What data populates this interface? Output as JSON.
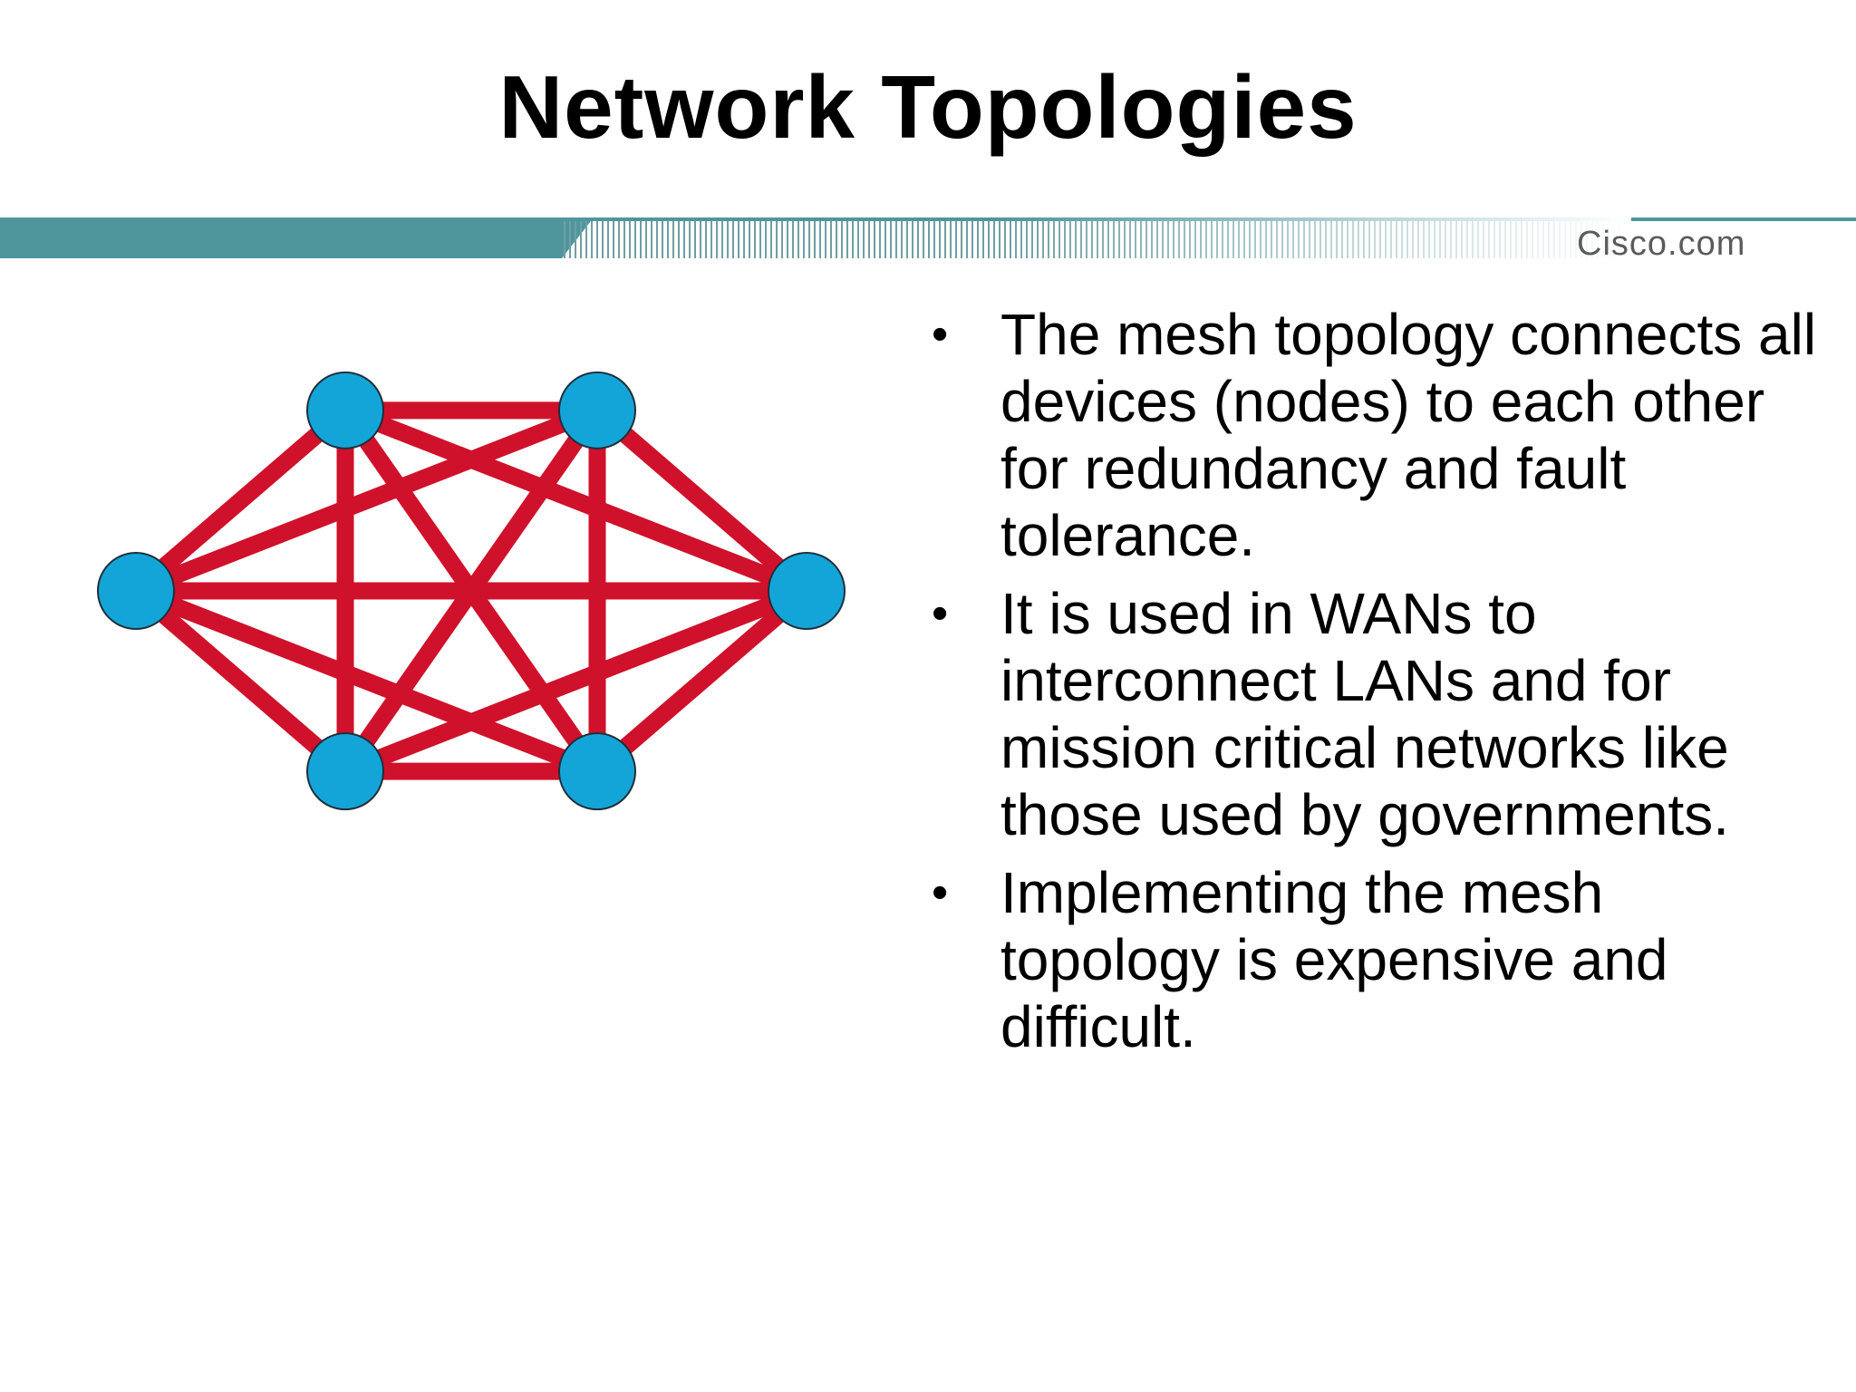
{
  "slide": {
    "title": "Network Topologies",
    "brand": "Cisco.com"
  },
  "bullets": [
    {
      "marker": "•",
      "text": "The mesh topology connects all devices (nodes) to each other for redundancy and fault tolerance."
    },
    {
      "marker": "•",
      "text": "It is used in WANs to interconnect LANs and for mission critical networks like those used by governments."
    },
    {
      "marker": "•",
      "text": "Implementing the mesh topology is expensive and difficult."
    }
  ],
  "diagram": {
    "type": "full-mesh",
    "node_count": 6,
    "colors": {
      "node_fill": "#14A5D8",
      "node_stroke": "#1f2f3a",
      "link": "#D0112B"
    }
  },
  "colors": {
    "band_teal": "#4E969C",
    "band_stripes": "#6f9fa4",
    "brand_text": "#5b5b5b"
  }
}
